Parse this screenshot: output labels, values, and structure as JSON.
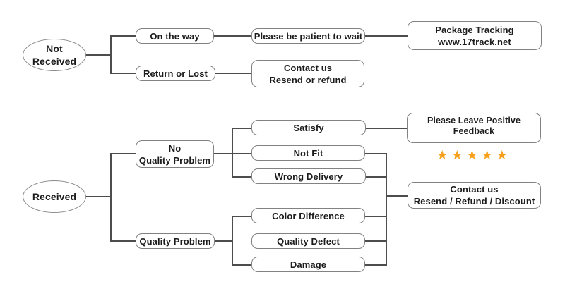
{
  "diagram": {
    "background_color": "#ffffff",
    "box_border_color": "#828282",
    "line_color": "#4d4d4d",
    "text_color": "#1c1c1c",
    "star_color": "#F6A01B"
  },
  "icons": {
    "star": "★"
  },
  "not_received_flow": {
    "root": "Not\nReceived",
    "on_the_way": "On the way",
    "please_wait": "Please be patient to wait",
    "package_tracking": "Package Tracking\nwww.17track.net",
    "return_or_lost": "Return or Lost",
    "contact_resend_refund": "Contact us\nResend or refund"
  },
  "received_flow": {
    "root": "Received",
    "no_quality_problem": "No\nQuality Problem",
    "quality_problem": "Quality Problem",
    "satisfy": "Satisfy",
    "not_fit": "Not Fit",
    "wrong_delivery": "Wrong Delivery",
    "color_difference": "Color Difference",
    "quality_defect": "Quality Defect",
    "damage": "Damage",
    "feedback": {
      "label": "Please Leave Positive Feedback",
      "stars": 5
    },
    "contact_resend_refund_discount": "Contact us\nResend / Refund / Discount"
  }
}
